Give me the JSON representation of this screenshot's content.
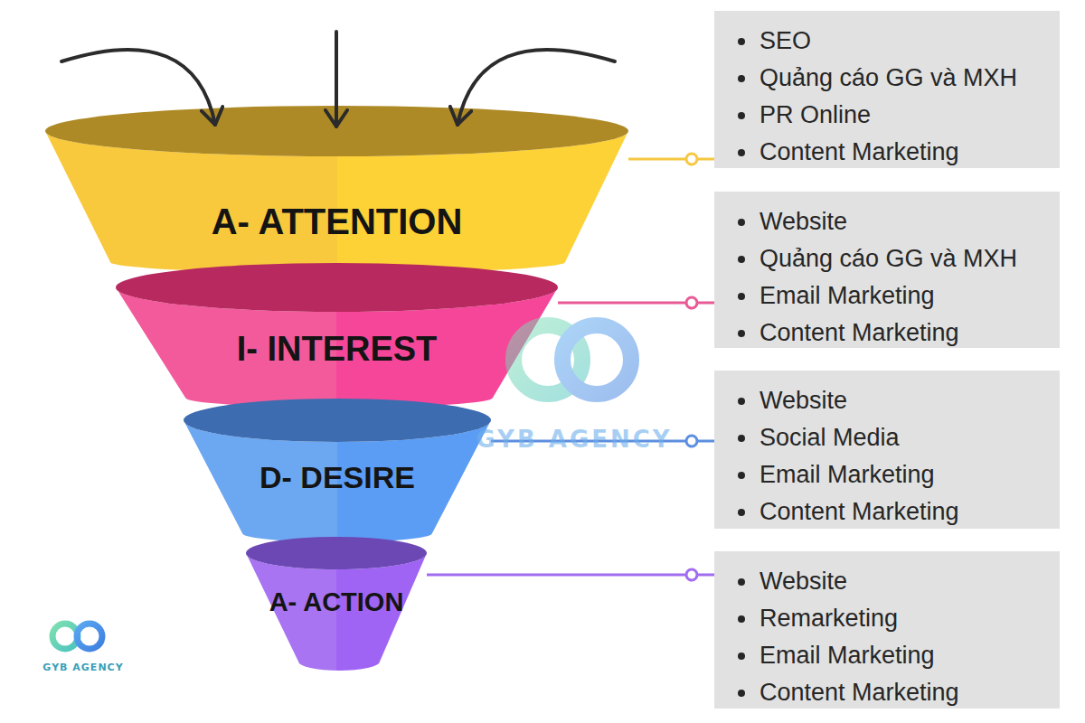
{
  "diagram": {
    "nodes": [
      {
        "text": [
          "A- ATTENTION"
        ]
      },
      {
        "text": [
          "SEO",
          "Quảng cáo GG và MXH",
          "PR Online",
          "Content Marketing"
        ]
      },
      {
        "text": [
          "I- INTEREST"
        ]
      },
      {
        "text": [
          "Website",
          "Quảng cáo GG và MXH",
          "Email Marketing",
          "Content Marketing"
        ]
      },
      {
        "text": [
          "D- DESIRE"
        ]
      },
      {
        "text": [
          "Website",
          "Social Media",
          "Email Marketing",
          "Content Marketing"
        ]
      },
      {
        "text": [
          "A- ACTION"
        ]
      },
      {
        "text": [
          "Website",
          "Remarketing",
          "Email Marketing",
          "Content Marketing"
        ]
      }
    ],
    "edges": [
      {
        "from": 0,
        "to": 1,
        "arrow": "none"
      },
      {
        "from": 2,
        "to": 3,
        "arrow": "none"
      },
      {
        "from": 4,
        "to": 5,
        "arrow": "none"
      },
      {
        "from": 6,
        "to": 7,
        "arrow": "none"
      }
    ],
    "labels": [
      "GYB AGENCY",
      "GYB AGENCY"
    ]
  }
}
